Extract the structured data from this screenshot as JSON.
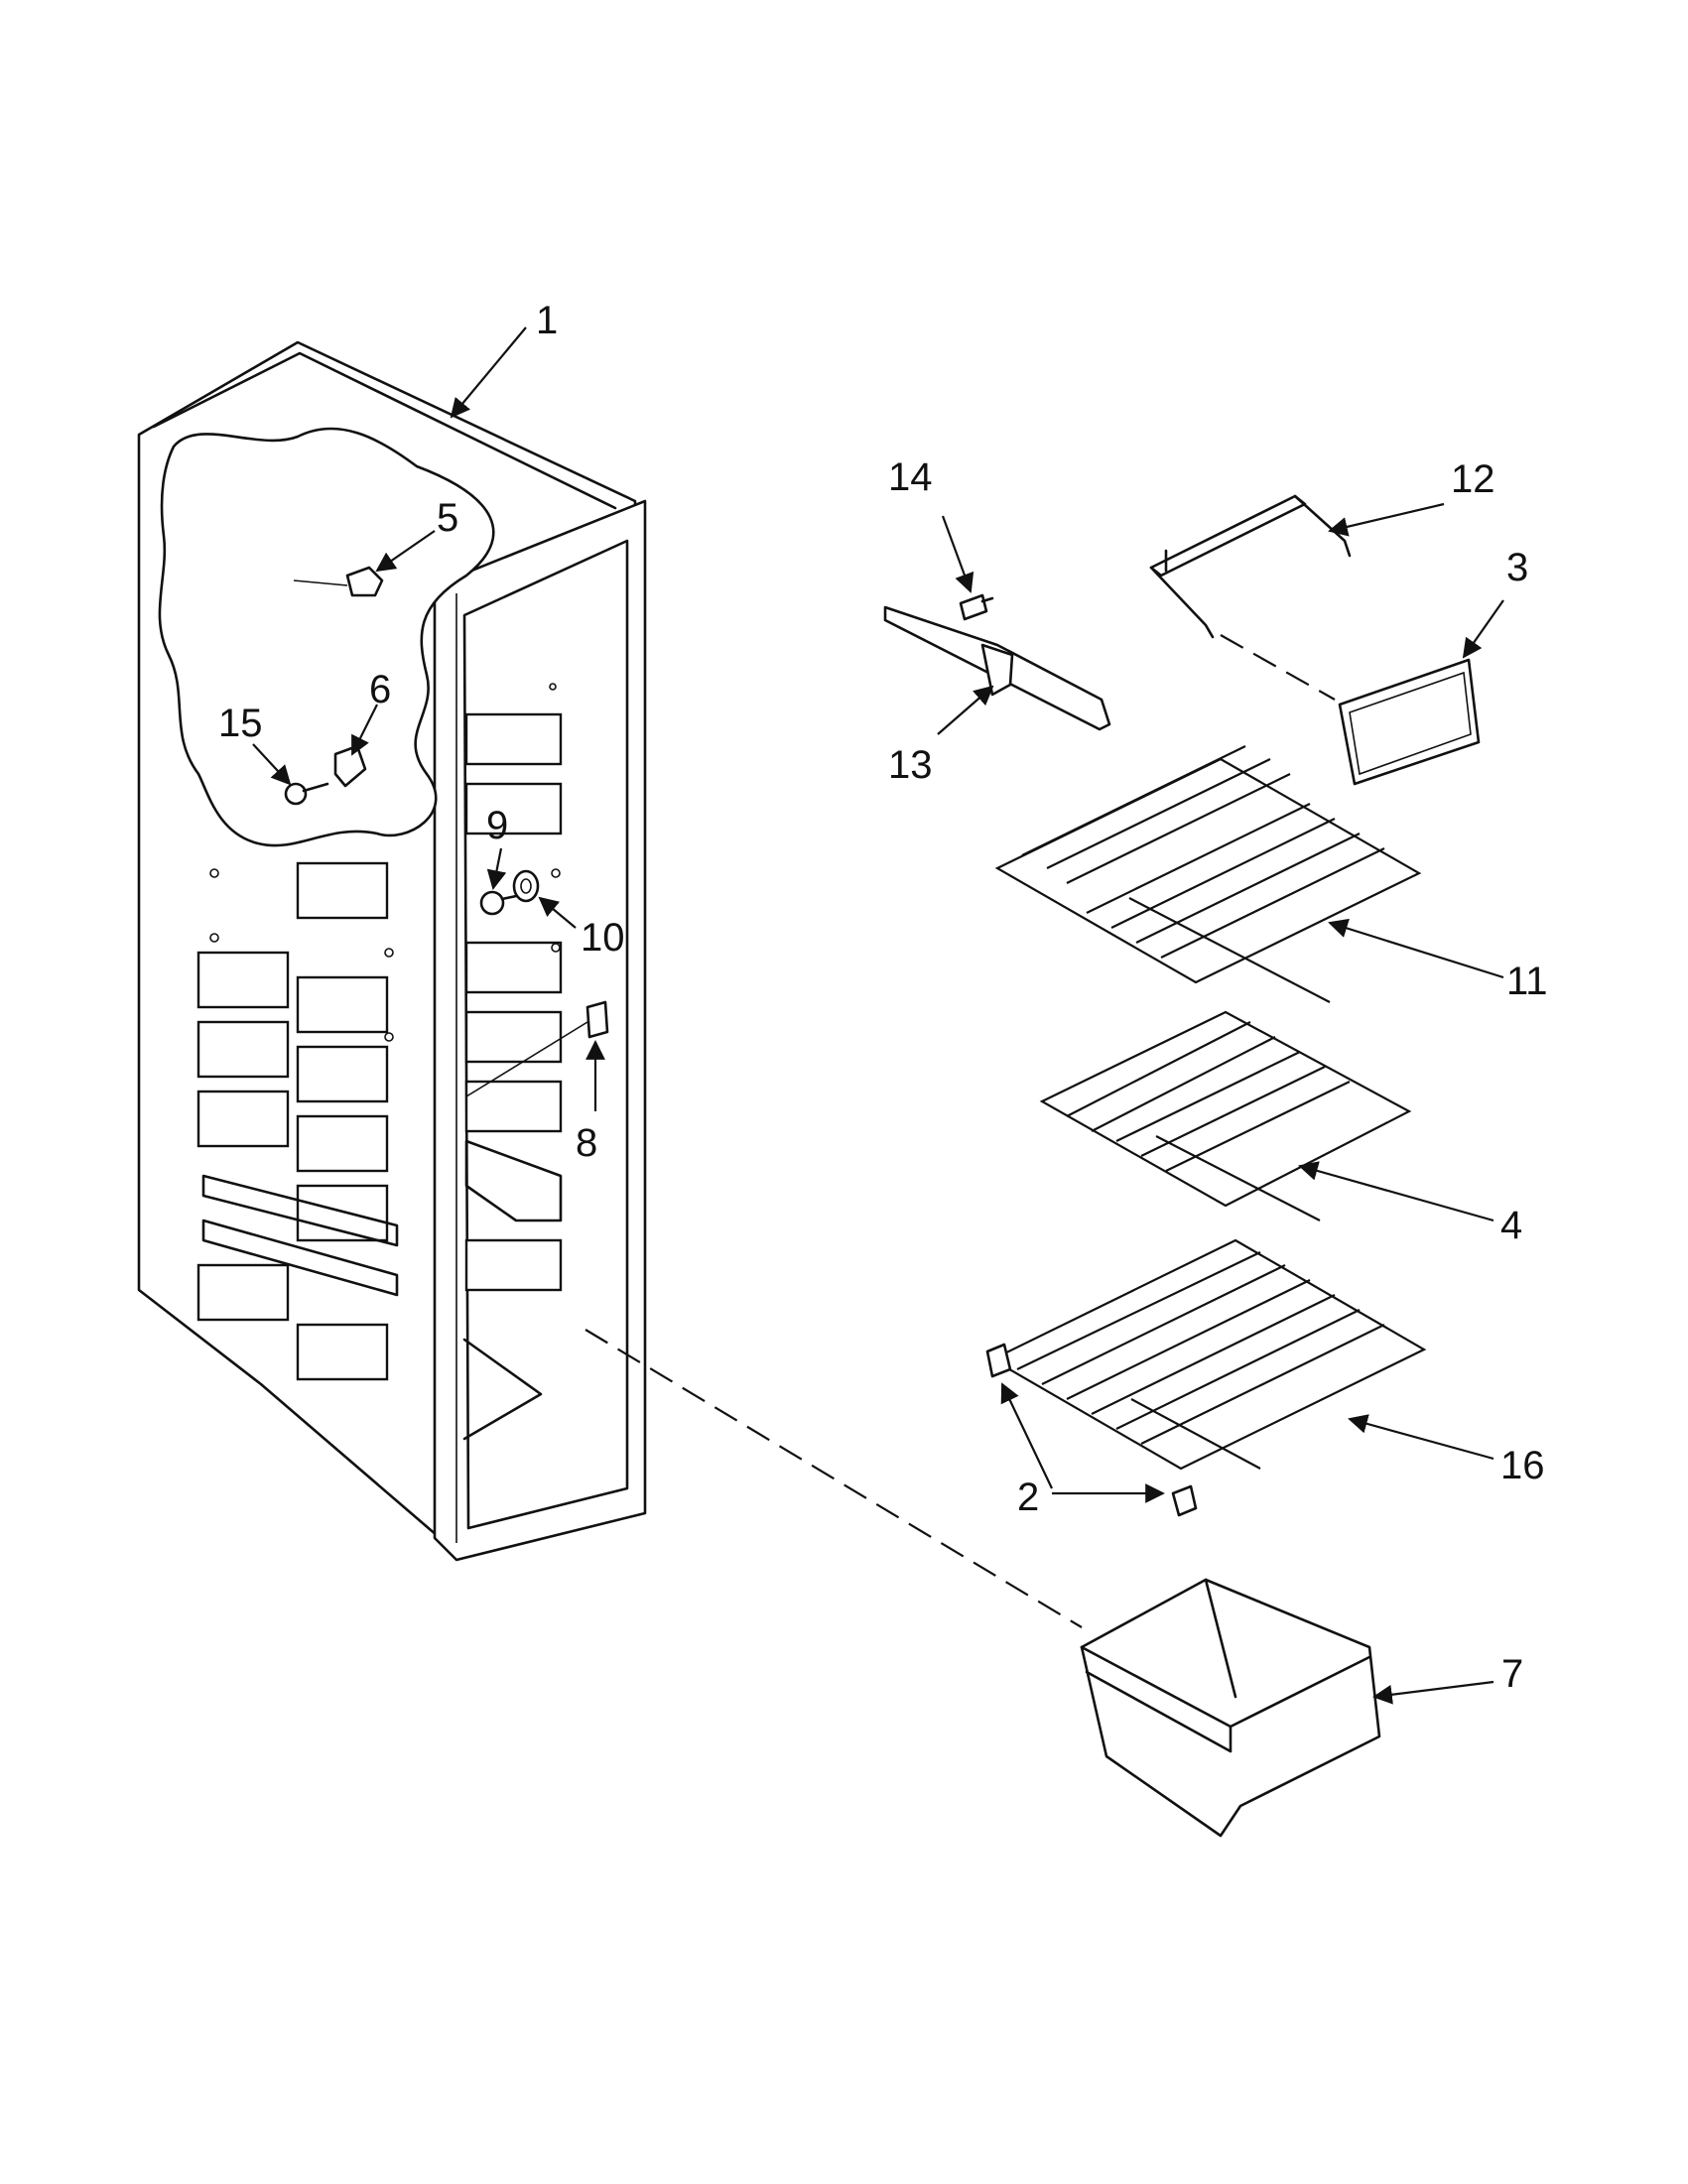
{
  "callouts": [
    {
      "id": "1",
      "label": "1"
    },
    {
      "id": "2",
      "label": "2"
    },
    {
      "id": "3",
      "label": "3"
    },
    {
      "id": "4",
      "label": "4"
    },
    {
      "id": "5",
      "label": "5"
    },
    {
      "id": "6",
      "label": "6"
    },
    {
      "id": "7",
      "label": "7"
    },
    {
      "id": "8",
      "label": "8"
    },
    {
      "id": "9",
      "label": "9"
    },
    {
      "id": "10",
      "label": "10"
    },
    {
      "id": "11",
      "label": "11"
    },
    {
      "id": "12",
      "label": "12"
    },
    {
      "id": "13",
      "label": "13"
    },
    {
      "id": "14",
      "label": "14"
    },
    {
      "id": "15",
      "label": "15"
    },
    {
      "id": "16",
      "label": "16"
    }
  ],
  "colors": {
    "ink": "#111111",
    "paper": "#ffffff"
  }
}
